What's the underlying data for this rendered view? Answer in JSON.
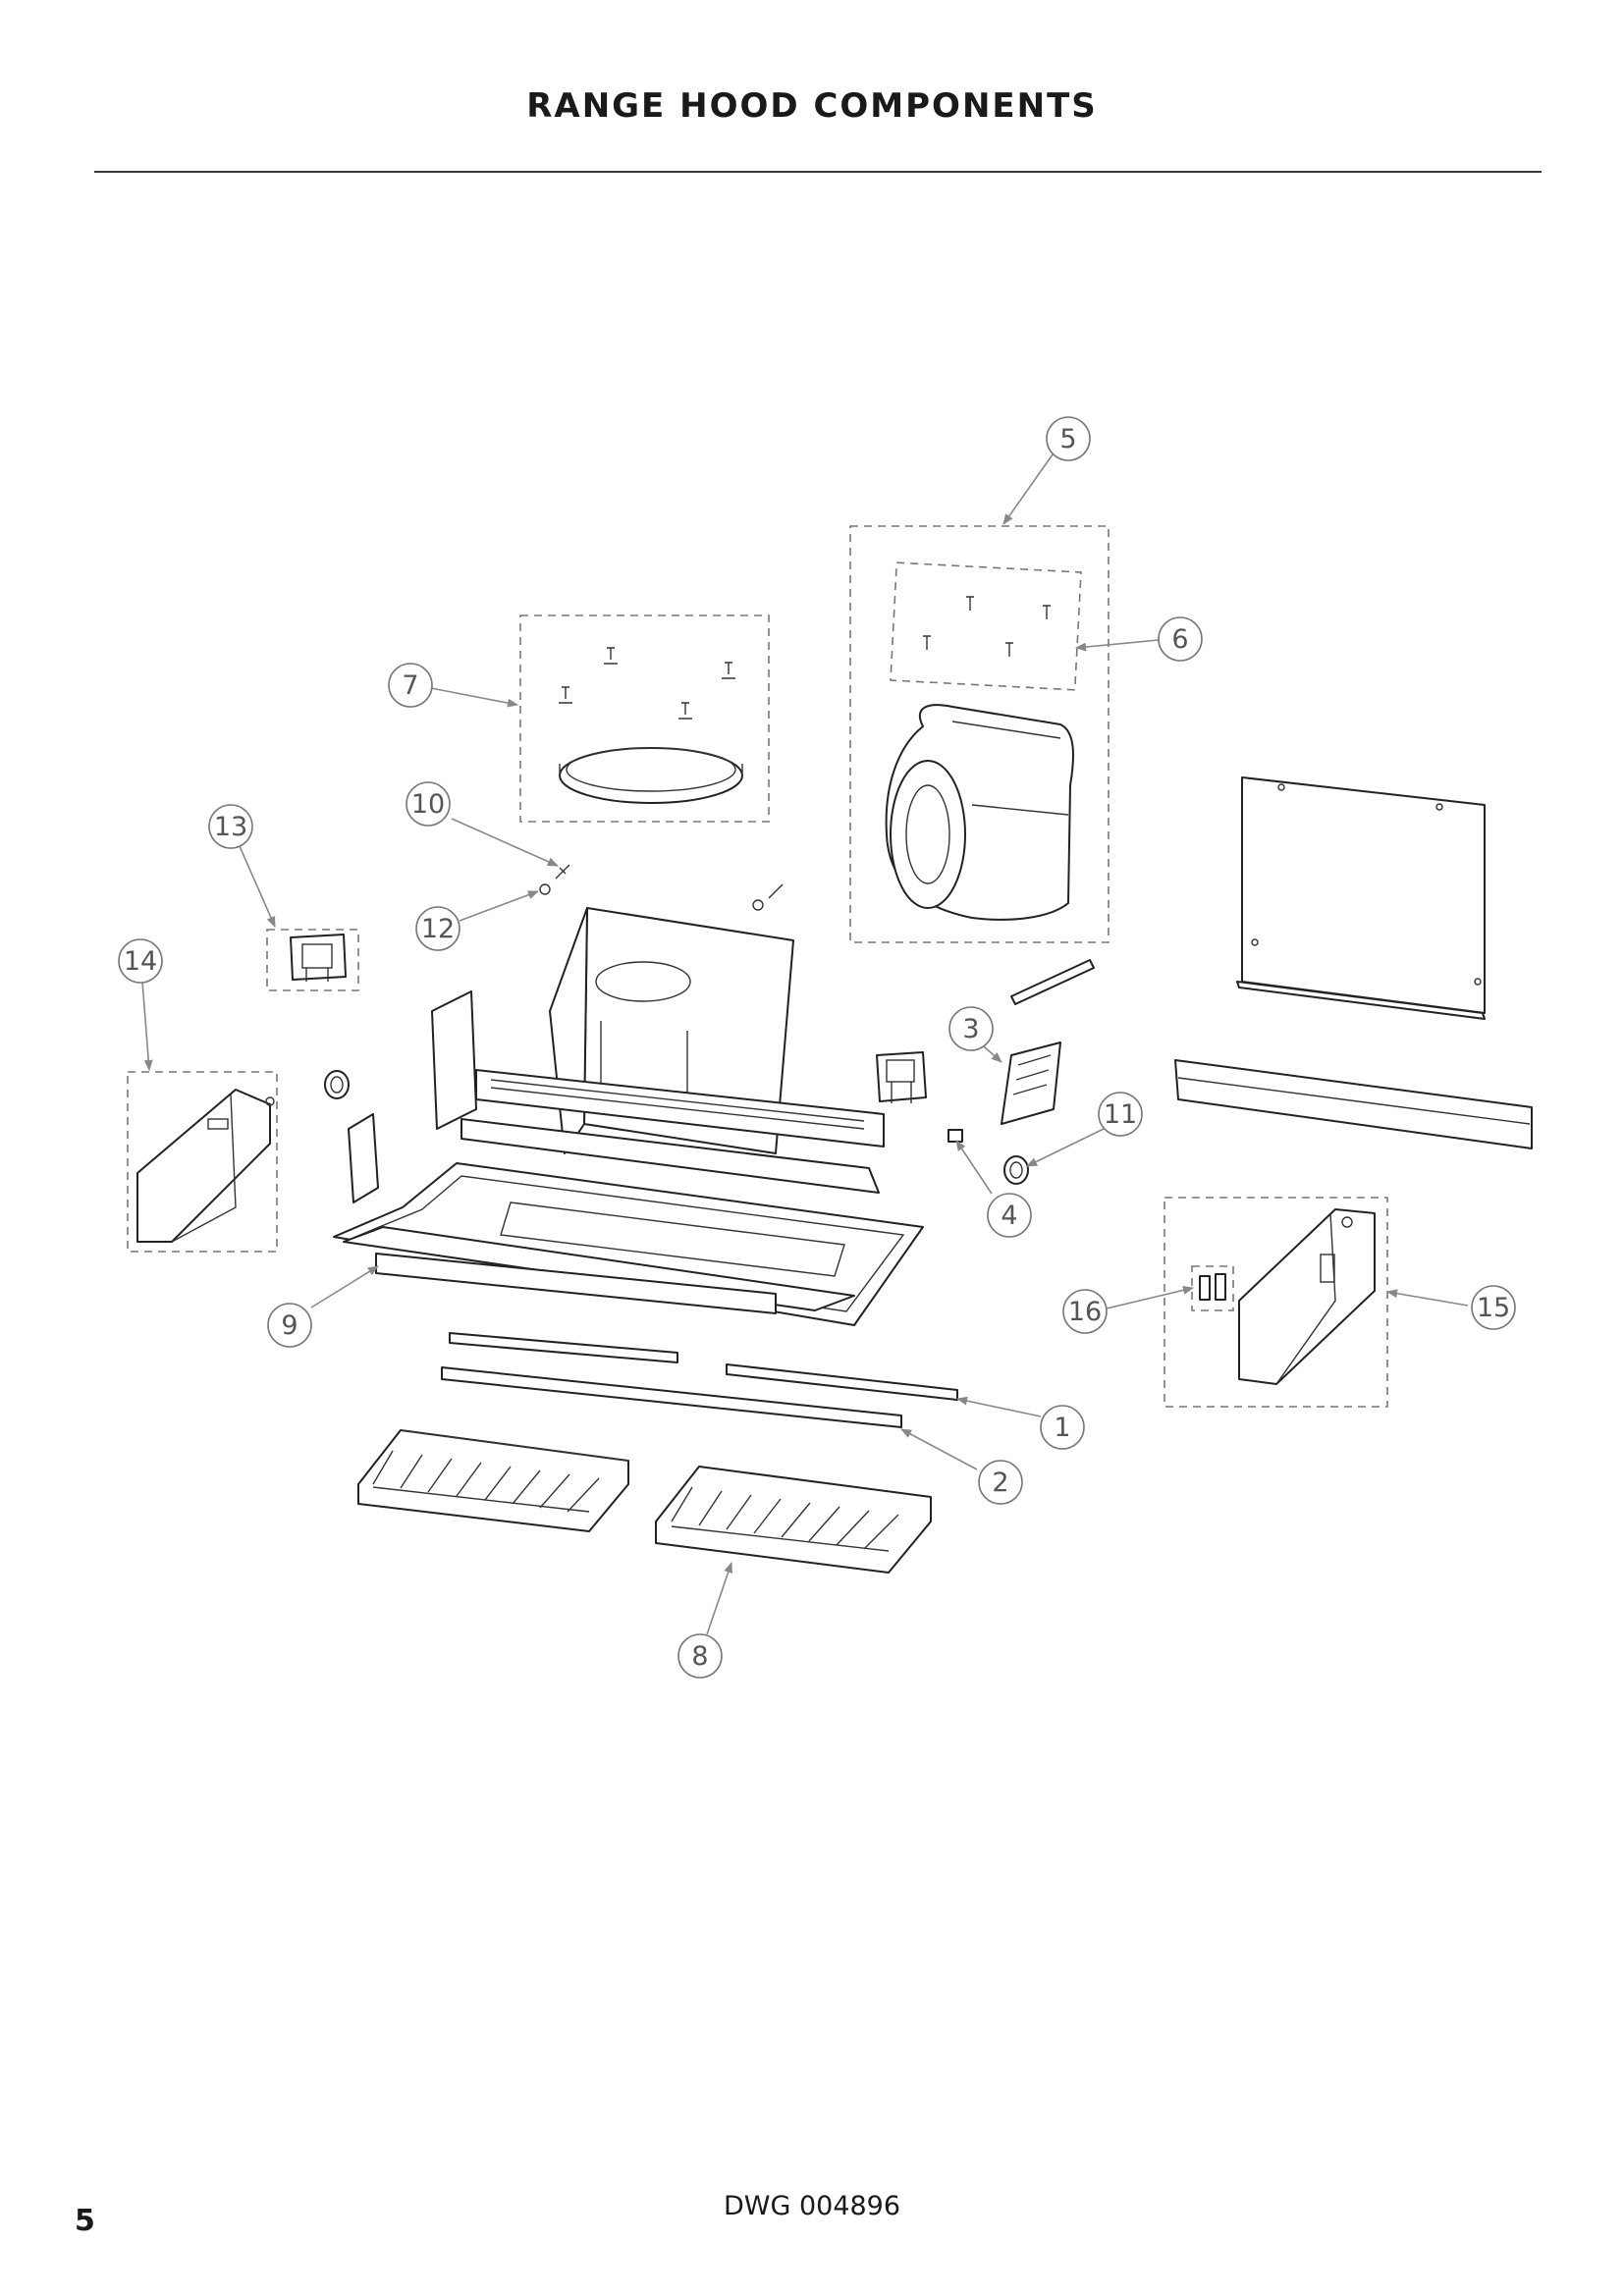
{
  "page": {
    "title": "RANGE HOOD COMPONENTS",
    "drawing_number": "DWG 004896",
    "page_number": "5"
  },
  "callouts": {
    "c1": "1",
    "c2": "2",
    "c3": "3",
    "c4": "4",
    "c5": "5",
    "c6": "6",
    "c7": "7",
    "c8": "8",
    "c9": "9",
    "c10": "10",
    "c11": "11",
    "c12": "12",
    "c13": "13",
    "c14": "14",
    "c15": "15",
    "c16": "16"
  },
  "colors": {
    "line": "#222222",
    "leader": "#888888",
    "callout": "#555555"
  }
}
